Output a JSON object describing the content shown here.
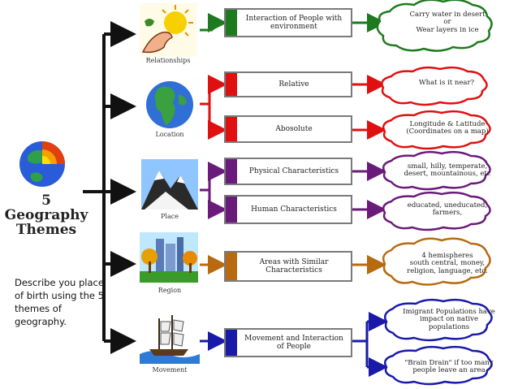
{
  "title": {
    "number": "5",
    "line1": "Geography",
    "line2": "Themes"
  },
  "prompt": "Describe you place of birth using the 5 themes of geography.",
  "themes": [
    {
      "caption": "Relationships",
      "color": "#1e7a1e",
      "boxes": [
        "Interaction of People with environment"
      ],
      "clouds": [
        "Carry water in desert\nor\nWear layers in ice"
      ]
    },
    {
      "caption": "Location",
      "color": "#e01010",
      "boxes": [
        "Relative",
        "Abosolute"
      ],
      "clouds": [
        "What is it near?",
        "Longitude & Latitude\n(Coordinates on a map)"
      ]
    },
    {
      "caption": "Place",
      "color": "#6a1a7a",
      "boxes": [
        "Physical Characteristics",
        "Human Characteristics"
      ],
      "clouds": [
        "small, hilly, temperate,\ndesert, mountainous, etc",
        "educated, uneducated,\nfarmers,"
      ]
    },
    {
      "caption": "Region",
      "color": "#b86a10",
      "boxes": [
        "Areas with Similar Characteristics"
      ],
      "clouds": [
        "4 hemispheres\nsouth central, money,\nreligion, language, etc."
      ]
    },
    {
      "caption": "Movement",
      "color": "#1a1aa8",
      "boxes": [
        "Movement and Interaction of People"
      ],
      "clouds": [
        "Imigrant Populations have\nimpact on native\npopulations",
        "\"Brain Drain\" if too many\npeople leave an area"
      ]
    }
  ],
  "icons": {
    "relationships": "hand-sun-icon",
    "location": "globe-icon",
    "place": "mountain-icon",
    "region": "city-trees-icon",
    "movement": "sailing-ship-icon",
    "title": "earth-cutaway-icon"
  }
}
